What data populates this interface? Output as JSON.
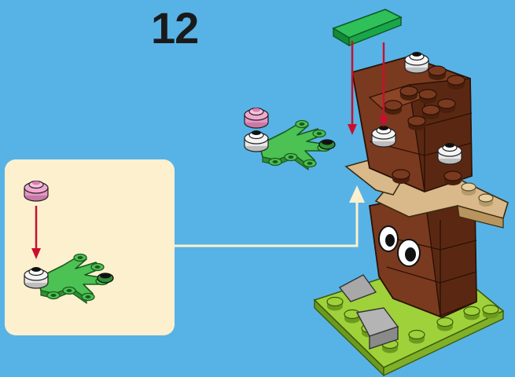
{
  "step": {
    "number": "12"
  },
  "colors": {
    "background": "#57b3e6",
    "callout_panel": "#fdf0cf",
    "arrow": "#c8102e",
    "callout_pointer": "#fdf0cf",
    "brick_brown": "#7a3a1f",
    "brick_tan": "#d9b98a",
    "plant_green": "#4cc154",
    "base_lime": "#9fd13a",
    "stud_white": "#f4f4f4",
    "stud_pink": "#f2a8d0",
    "slope_gray": "#9c9c9c",
    "tile_green": "#19a74a"
  },
  "icons": [
    "red-arrow",
    "callout-pointer-arrow"
  ]
}
